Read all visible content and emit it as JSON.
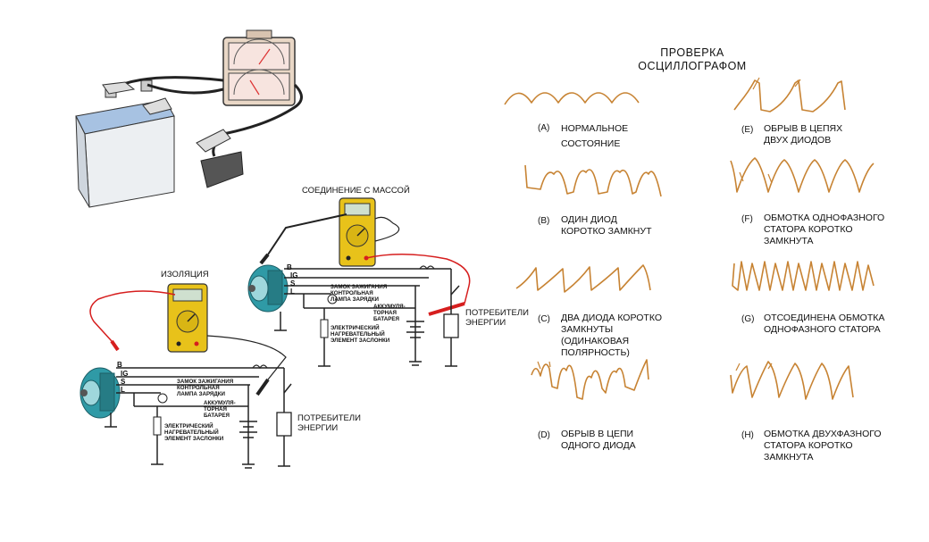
{
  "diagram": {
    "title": "ПРОВЕРКА\nОСЦИЛЛОГРАФОМ",
    "colors": {
      "wave": "#c78333",
      "meter": "#e8c21a",
      "wire_red": "#d61e1e",
      "alternator": "#2f9aa6",
      "battery": "#8fb1d8"
    },
    "waveforms": [
      {
        "letter": "(A)",
        "text": "НОРМАЛЬНОЕ\nСОСТОЯНИЕ"
      },
      {
        "letter": "(B)",
        "text": "ОДИН ДИОД\nКОРОТКО ЗАМКНУТ"
      },
      {
        "letter": "(C)",
        "text": "ДВА ДИОДА КОРОТКО\nЗАМКНУТЫ\n(ОДИНАКОВАЯ\nПОЛЯРНОСТЬ)"
      },
      {
        "letter": "(D)",
        "text": "ОБРЫВ В ЦЕПИ\nОДНОГО ДИОДА"
      },
      {
        "letter": "(E)",
        "text": "ОБРЫВ В ЦЕПЯХ\nДВУХ ДИОДОВ"
      },
      {
        "letter": "(F)",
        "text": "ОБМОТКА ОДНОФАЗНОГО\nСТАТОРА КОРОТКО\nЗАМКНУТА"
      },
      {
        "letter": "(G)",
        "text": "ОТСОЕДИНЕНА ОБМОТКА\nОДНОФАЗНОГО СТАТОРА"
      },
      {
        "letter": "(H)",
        "text": "ОБМОТКА ДВУХФАЗНОГО\nСТАТОРА КОРОТКО\nЗАМКНУТА"
      }
    ],
    "labels": {
      "ground_connection": "СОЕДИНЕНИЕ С МАССОЙ",
      "insulation": "ИЗОЛЯЦИЯ",
      "consumers": "ПОТРЕБИТЕЛИ\nЭНЕРГИИ",
      "terminals": [
        "B",
        "IG",
        "S",
        "L"
      ],
      "ignition_lamp": "ЗАМОК ЗАЖИГАНИЯ\nКОНТРОЛЬНАЯ\nЛАМПА ЗАРЯДКИ",
      "battery": "АККУМУЛЯ-\nТОРНАЯ\nБАТАРЕЯ",
      "heater": "ЭЛЕКТРИЧЕСКИЙ\nНАГРЕВАТЕЛЬНЫЙ\nЭЛЕМЕНТ ЗАСЛОНКИ"
    }
  }
}
